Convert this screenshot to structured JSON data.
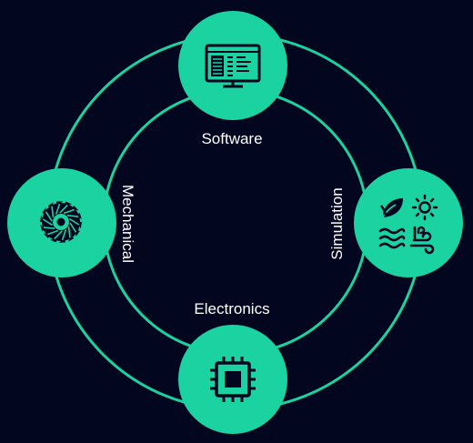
{
  "colors": {
    "background": "#03061f",
    "accent": "#1ad3a0",
    "icon": "#03061f",
    "text": "#ffffff"
  },
  "nodes": [
    {
      "position": "top",
      "label": "Software",
      "icon": "monitor-icon"
    },
    {
      "position": "left",
      "label": "Mechanical",
      "icon": "turbine-icon"
    },
    {
      "position": "right",
      "label": "Simulation",
      "icon": "environment-icon"
    },
    {
      "position": "bottom",
      "label": "Electronics",
      "icon": "chip-icon"
    }
  ]
}
